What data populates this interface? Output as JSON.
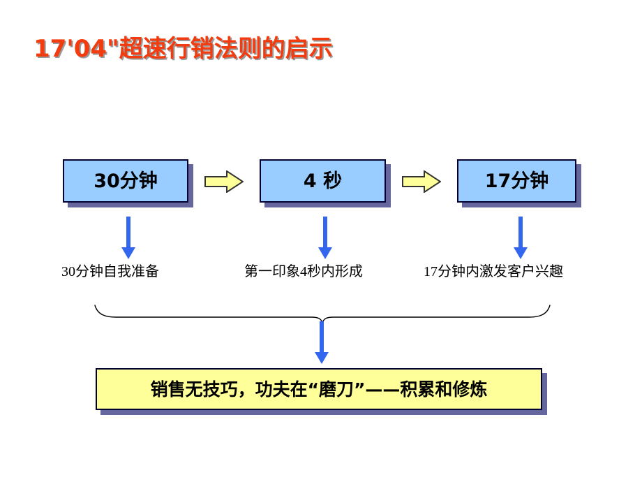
{
  "slide": {
    "title": "17'04\"超速行销法则的启示",
    "title_color": "#f23c10",
    "background": "#ffffff"
  },
  "colors": {
    "stage_fill": "#99ccff",
    "stage_border": "#000033",
    "shadow": "#66669e",
    "flow_arrow_fill": "#ffff99",
    "flow_arrow_border": "#333333",
    "down_arrow": "#3366ee",
    "conclusion_fill": "#ffff99",
    "conclusion_border": "#000033",
    "brace_stroke": "#000000"
  },
  "stages": [
    {
      "label": "30分钟",
      "caption": "30分钟自我准备",
      "arrow_icon": "down-arrow-icon"
    },
    {
      "label": "4 秒",
      "caption": "第一印象4秒内形成",
      "arrow_icon": "down-arrow-icon"
    },
    {
      "label": "17分钟",
      "caption": "17分钟内激发客户兴趣",
      "arrow_icon": "down-arrow-icon"
    }
  ],
  "flow_arrows": [
    {
      "icon": "right-block-arrow-icon"
    },
    {
      "icon": "right-block-arrow-icon"
    }
  ],
  "brace": {
    "icon": "curly-brace-icon"
  },
  "brace_arrow": {
    "icon": "down-arrow-icon"
  },
  "conclusion": {
    "text": "销售无技巧，功夫在“磨刀”——积累和修炼"
  }
}
